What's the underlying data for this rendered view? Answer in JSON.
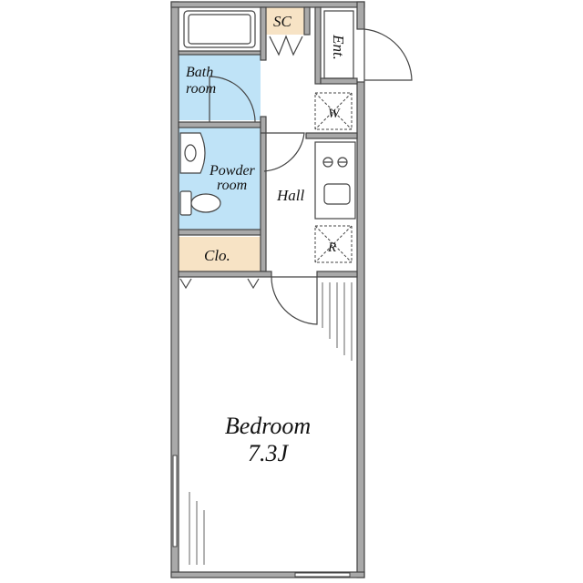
{
  "rooms": {
    "shoe_closet": {
      "label": "SC",
      "color": "#f7e3c5"
    },
    "entrance": {
      "label": "Ent."
    },
    "bath": {
      "line1": "Bath",
      "line2": "room",
      "color": "#bfe3f7"
    },
    "powder": {
      "line1": "Powder",
      "line2": "room",
      "color": "#bfe3f7"
    },
    "hall": {
      "label": "Hall"
    },
    "washer": {
      "label": "W"
    },
    "fridge": {
      "label": "R"
    },
    "closet": {
      "label": "Clo.",
      "color": "#f7e3c5"
    },
    "bedroom": {
      "label": "Bedroom",
      "size": "7.3J"
    }
  },
  "icons": {
    "stove": "stove-icon",
    "sink": "sink-icon",
    "toilet": "toilet-icon",
    "basin": "wash-basin-icon",
    "bathtub": "bathtub-icon"
  },
  "colors": {
    "wall": "#a9a9a9",
    "line": "#444444"
  }
}
